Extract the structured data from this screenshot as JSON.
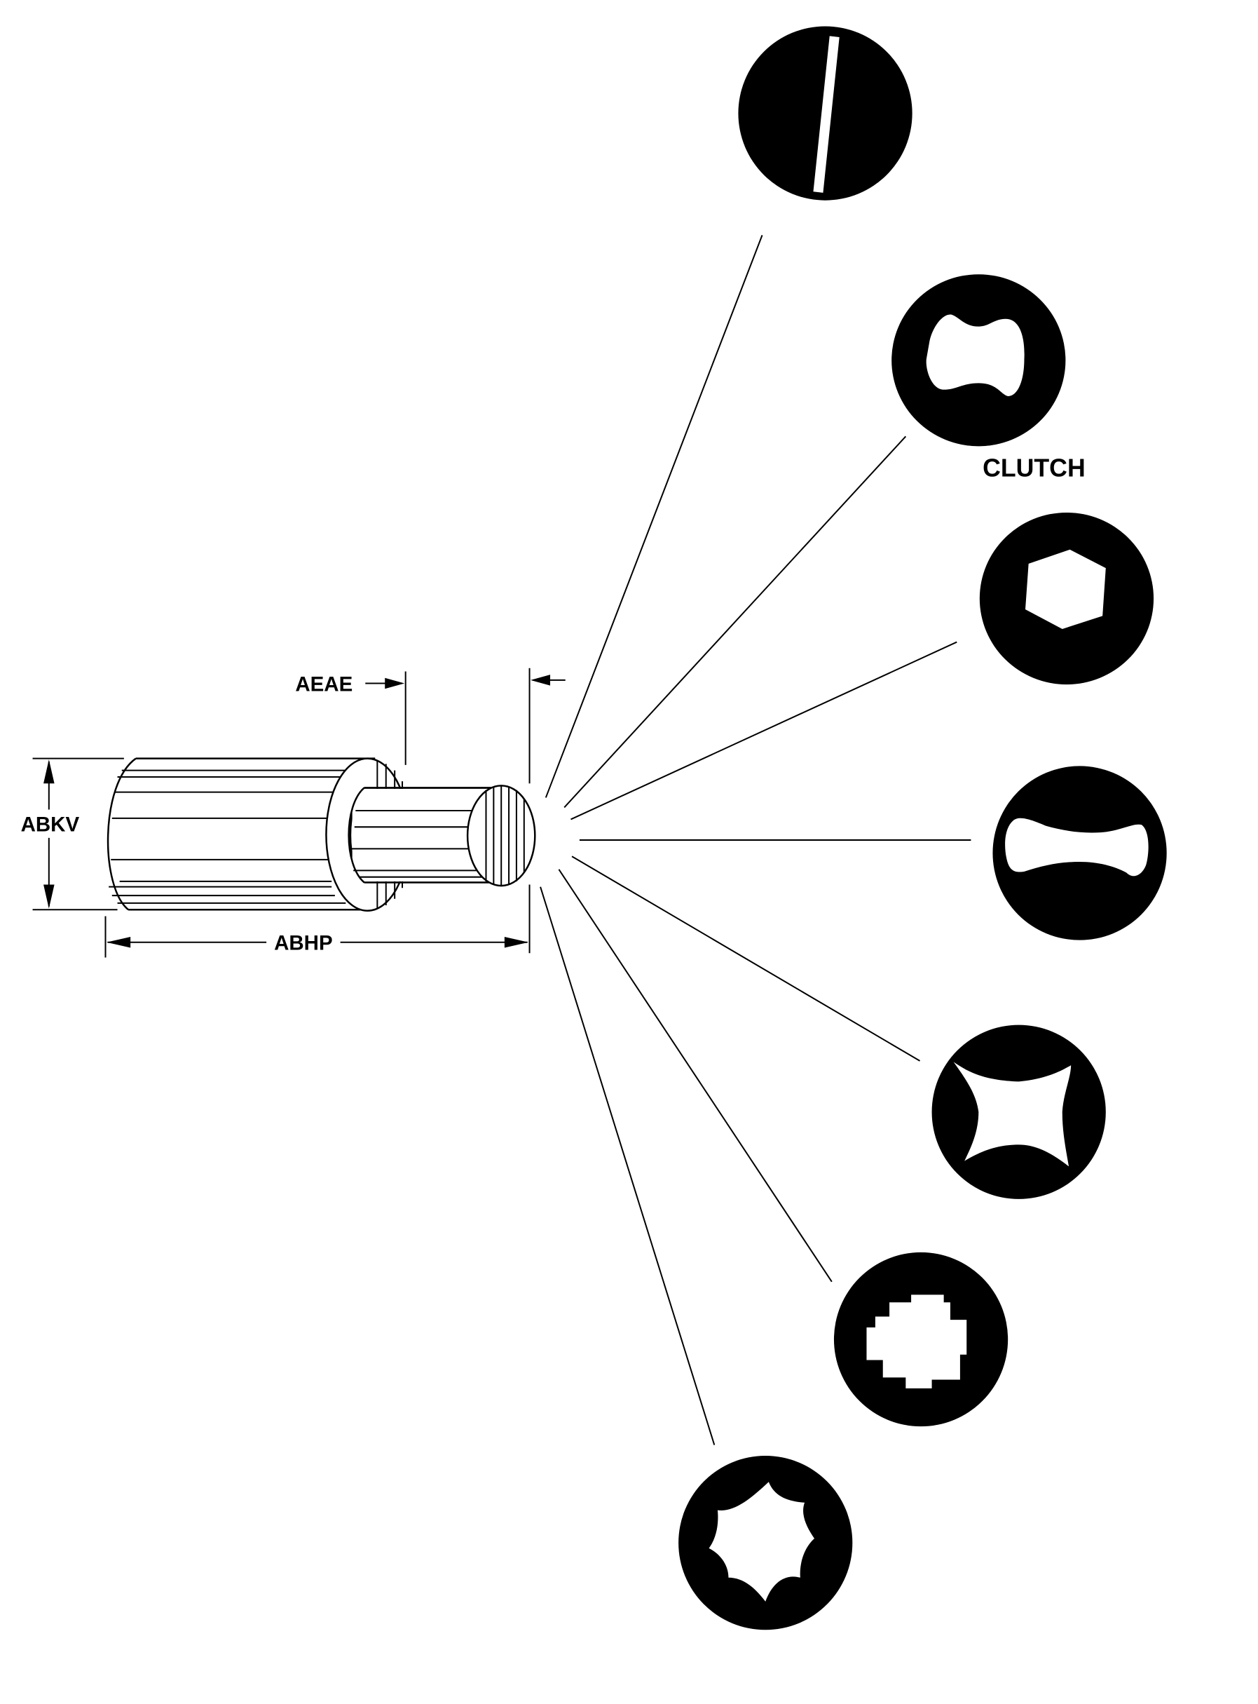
{
  "diagram": {
    "type": "screw-drive-types",
    "dimensions": {
      "diameter_label": "ABKV",
      "length_label": "ABHP",
      "tip_label": "AEAE"
    },
    "drive_types": [
      {
        "id": "slotted",
        "label": ""
      },
      {
        "id": "clutch",
        "label": "CLUTCH"
      },
      {
        "id": "hex-socket",
        "label": ""
      },
      {
        "id": "one-way",
        "label": ""
      },
      {
        "id": "phillips",
        "label": ""
      },
      {
        "id": "frearson-square-cross",
        "label": ""
      },
      {
        "id": "torx",
        "label": ""
      }
    ],
    "colors": {
      "ink": "#000000",
      "paper": "#ffffff"
    }
  }
}
